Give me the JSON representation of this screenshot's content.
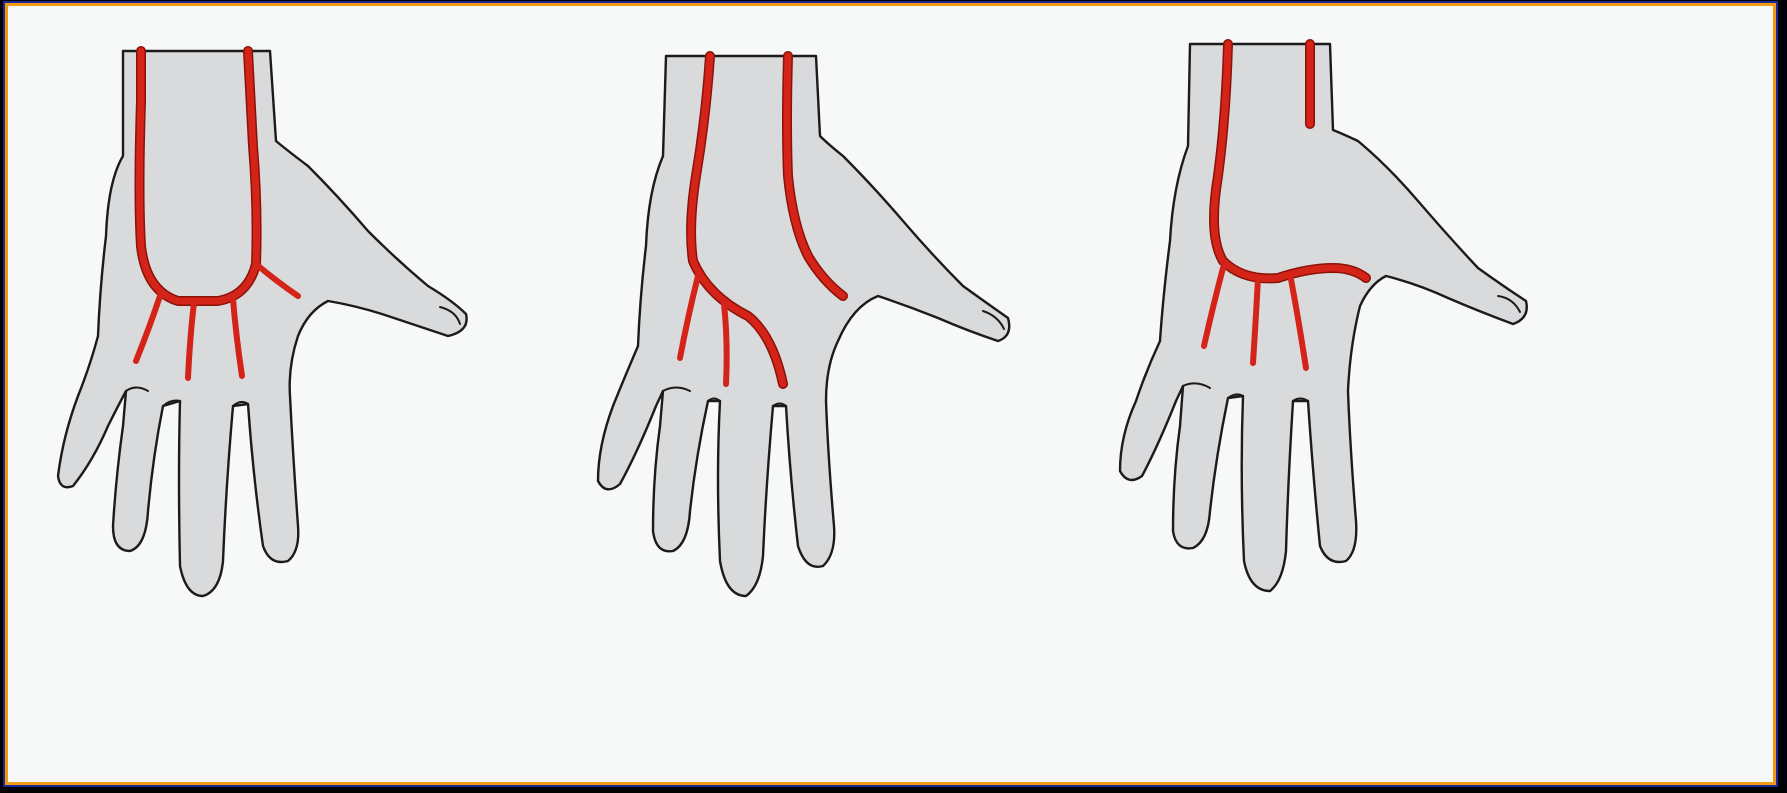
{
  "figure": {
    "background_color": "#f7f8f8",
    "frame_color": "#f39a14",
    "outer_border_color": "#1a2a9a",
    "skin_color": "#d9dadb",
    "outline_color": "#1b1b1b",
    "artery_color": "#d42318",
    "artery_outline_color": "#8a1208",
    "panels": [
      {
        "id": "hand-1",
        "variant": "complete-arch-ulnar-and-radial"
      },
      {
        "id": "hand-2",
        "variant": "incomplete-arch-ulnar-dominant"
      },
      {
        "id": "hand-3",
        "variant": "radial-curving-arch"
      }
    ]
  }
}
